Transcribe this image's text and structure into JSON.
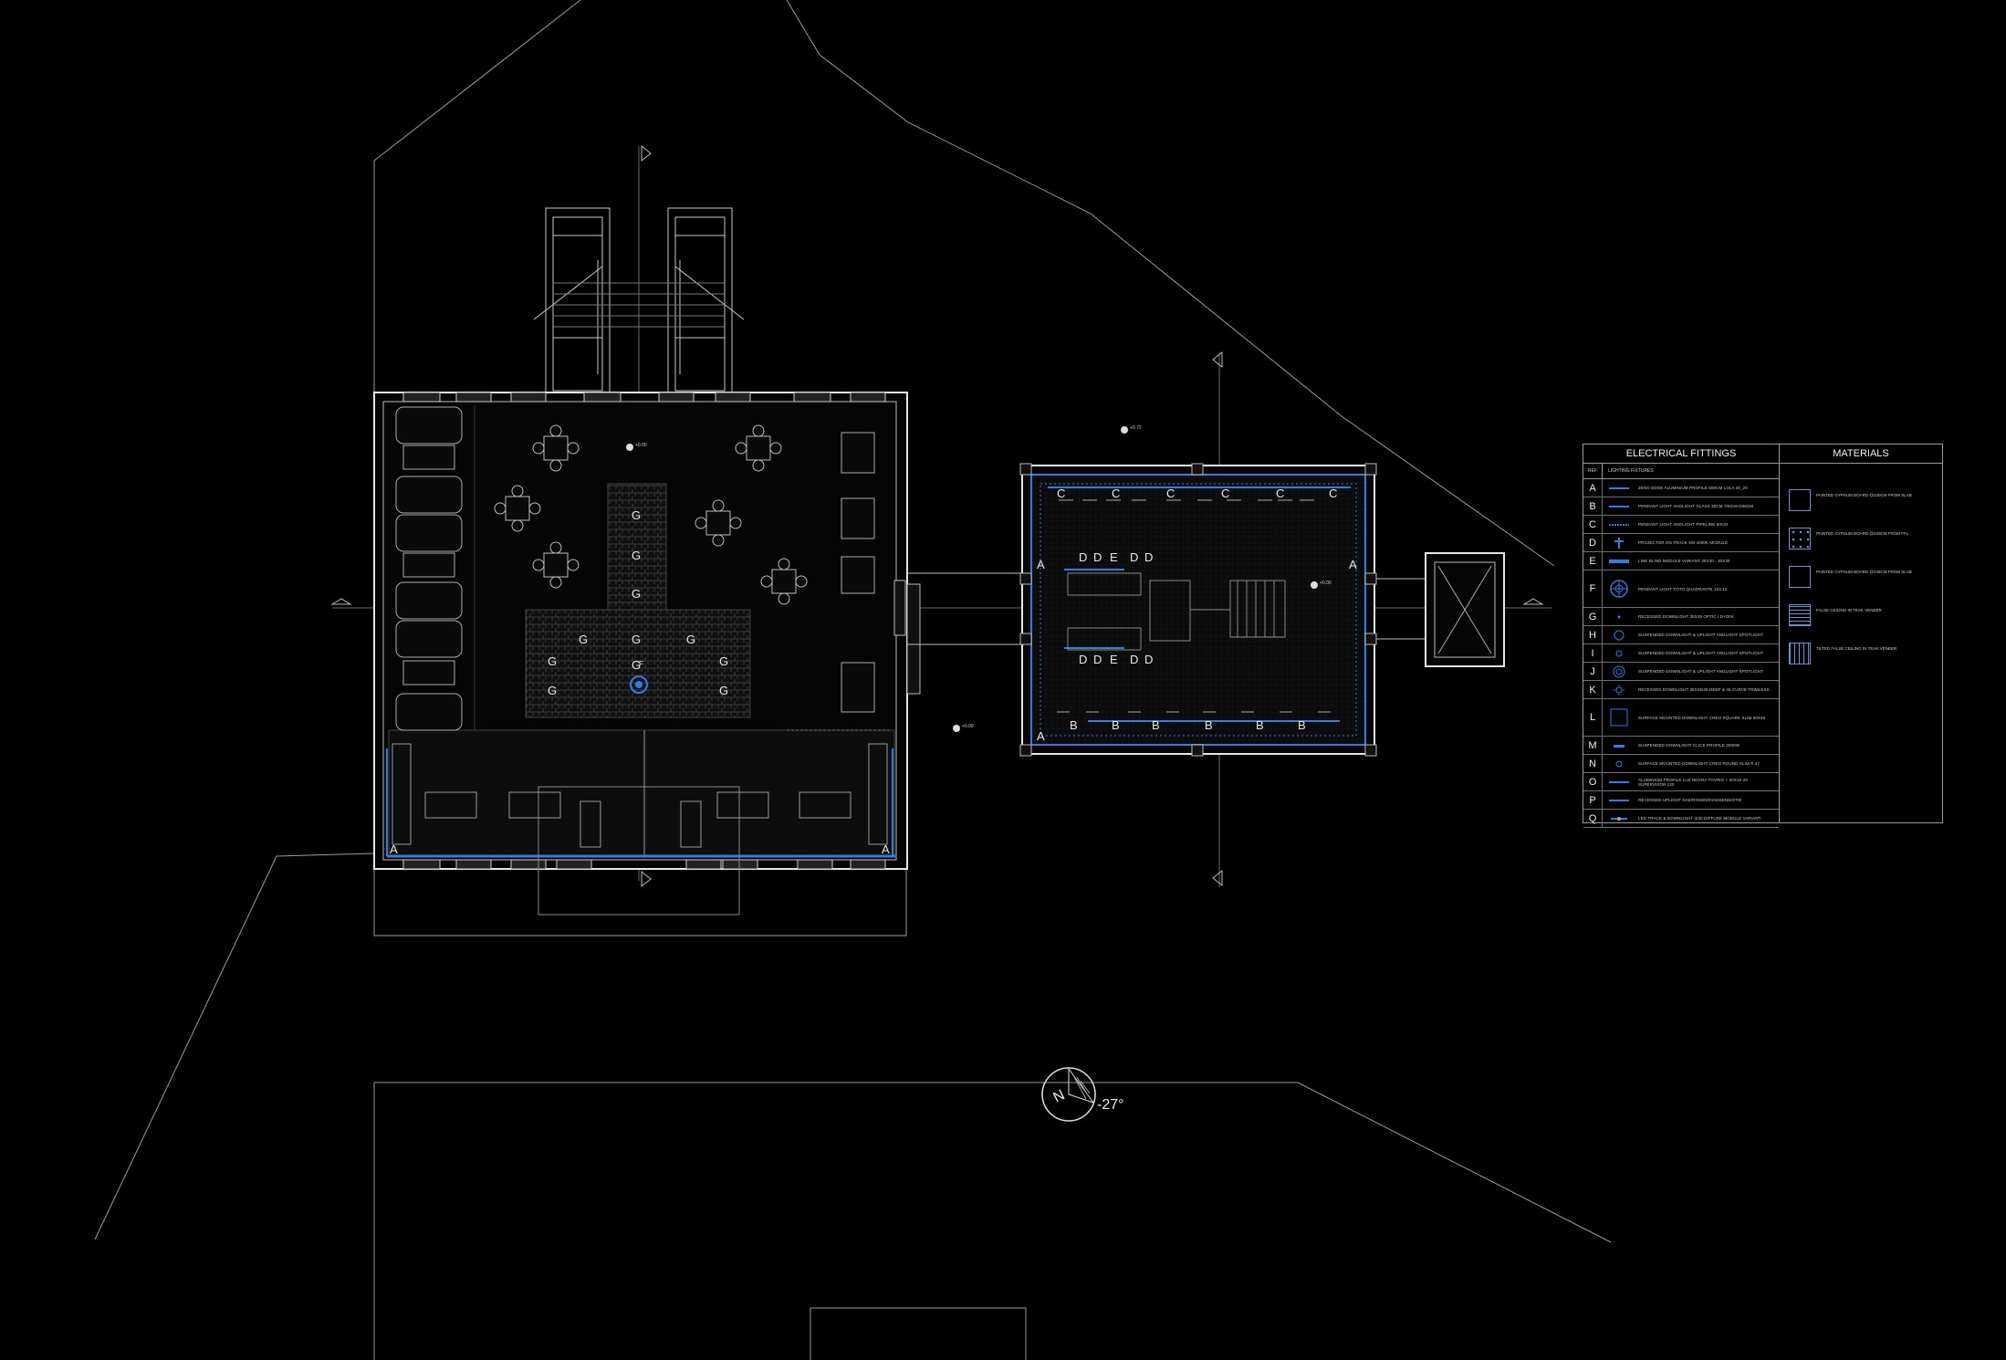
{
  "drawing": {
    "legend": {
      "electrical_title": "ELECTRICAL FITTINGS",
      "materials_title": "MATERIALS",
      "ref_header": "REF",
      "lighting_header": "LIGHTING FIXTURES",
      "fittings": [
        {
          "key": "A",
          "symbol": "line-icon",
          "desc": "ZENO EDGE ALUMINIUM PROFILE 600CM LOLA 40_20"
        },
        {
          "key": "B",
          "symbol": "line-icon",
          "desc": "PENDANT LIGHT ANGLIGHT GLASS 30CM 700CM D06CM"
        },
        {
          "key": "C",
          "symbol": "dashed-line-icon",
          "desc": "PENDANT LIGHT ANGLIGHT PIPELINE 60CM"
        },
        {
          "key": "D",
          "symbol": "projector-icon",
          "desc": "PROJECTOR ON TRACK 5W 4000K MODULE"
        },
        {
          "key": "E",
          "symbol": "bar-icon",
          "desc": "LINE BLIND MODULE VARIANT 30X30 - 30X30"
        },
        {
          "key": "F",
          "symbol": "quadrant-icon",
          "desc": "PENDANT LIGHT TOTO QUADRANTE 103.12"
        },
        {
          "key": "G",
          "symbol": "dot-icon",
          "desc": "RECESSED DOWNLIGHT 35X35 OPTIC / D+D04"
        },
        {
          "key": "H",
          "symbol": "circle-icon",
          "desc": "SUSPENDED DOWNLIGHT & UPLIGHT ANGLIGHT SPOTLIGHT"
        },
        {
          "key": "I",
          "symbol": "small-circle-icon",
          "desc": "SUSPENDED DOWNLIGHT & UPLIGHT ANGLIGHT SPOTLIGHT"
        },
        {
          "key": "J",
          "symbol": "double-circle-icon",
          "desc": "SUSPENDED DOWNLIGHT & UPLIGHT ANGLIGHT SPOTLIGHT"
        },
        {
          "key": "K",
          "symbol": "sun-icon",
          "desc": "RECESSED DOWNLIGHT 35X35/45 DEEP & 45 CURVE TRIMLESS"
        },
        {
          "key": "L",
          "symbol": "square-icon",
          "desc": "SURFACE MOUNTED DOWNLIGHT CREO SQUARE SLIM 60X45"
        },
        {
          "key": "M",
          "symbol": "short-bar-icon",
          "desc": "SUSPENDED DOWNLIGHT CLICK PROFILE 2000W"
        },
        {
          "key": "N",
          "symbol": "small-circle-icon",
          "desc": "SURFACE MOUNTED DOWNLIGHT CREO ROUND SLIM R 47"
        },
        {
          "key": "O",
          "symbol": "line-icon",
          "desc": "ALUMINIUM PROFILE LUZ NEGRA TOVRIG + 30X10-20 SUPERVISOR 120"
        },
        {
          "key": "P",
          "symbol": "line-icon",
          "desc": "RECESSED UPLIGHT DAE/ROSENOVADSENSIOTIE"
        },
        {
          "key": "Q",
          "symbol": "track-icon",
          "desc": "LED TRACK & DOWNLIGHT 3/30 DIFFUSE MODULE VARIANT"
        }
      ],
      "materials": [
        {
          "swatch": "plain-swatch-icon",
          "desc": "PAINTED GYPSUM BOARD @240CM FROM SLAB"
        },
        {
          "swatch": "dotted-swatch-icon",
          "desc": "PAINTED GYPSUM BOARD @240CM FROM FFL"
        },
        {
          "swatch": "plain-swatch-icon",
          "desc": "PAINTED GYPSUM BOARD @245CM FROM SLAB"
        },
        {
          "swatch": "hatched-swatch-icon",
          "desc": "FALSE CEILING IN TEAK VENEER"
        },
        {
          "swatch": "slat-swatch-icon",
          "desc": "TILTED FALSE CEILING IN TEAK VENEER"
        }
      ]
    },
    "plan_labels": {
      "left": [
        "G",
        "G",
        "G",
        "G",
        "G",
        "G",
        "G",
        "G",
        "G",
        "G",
        "G",
        "F",
        "A",
        "A"
      ],
      "right_top": [
        "C",
        "C",
        "C",
        "C",
        "C",
        "C"
      ],
      "right_upper_fixtures": [
        "D",
        "D",
        "E",
        "D",
        "D"
      ],
      "right_lower_fixtures": [
        "D",
        "D",
        "E",
        "D",
        "D"
      ],
      "right_bottom": [
        "B",
        "B",
        "B",
        "B",
        "B",
        "B"
      ],
      "right_corners": [
        "A",
        "A",
        "A"
      ],
      "levels": [
        "+0.00",
        "+0.72",
        "+0.00",
        "+0.00"
      ]
    },
    "compass": {
      "north_label": "N",
      "rotation_text": "-27°"
    },
    "colors": {
      "background": "#000000",
      "lines": "#d0d0d0",
      "accent": "#2f7de0"
    }
  }
}
